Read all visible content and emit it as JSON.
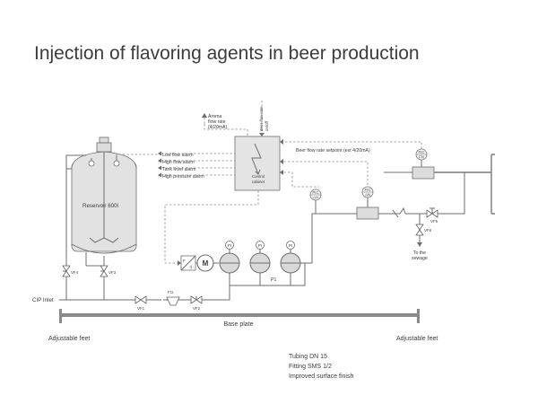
{
  "title": "Injection of flavoring agents in beer production",
  "reservoir_label": "Reservoir 600l",
  "aroma_label": [
    "Aroma",
    "flow rate",
    "(4/20mA)"
  ],
  "beer_flow_onoff_label": [
    "Beer flow rate",
    "on/off"
  ],
  "setpoint_label": "Beer flow rate setpoint (ext 4/20mA)",
  "alarms": [
    "Low flow alarm",
    "High flow alarm",
    "Tank level alarm",
    "High pressure alarm"
  ],
  "control_cabinet_label": [
    "Control",
    "cabinet"
  ],
  "instruments": {
    "fic_top": [
      "FIC",
      "FN"
    ],
    "pic": [
      "PIC",
      "AH"
    ],
    "fic_mid": [
      "FIC",
      "AN"
    ]
  },
  "motor_label": "M",
  "pump_tags": [
    "PI",
    "PI",
    "PI"
  ],
  "pump_group_label": "P1",
  "drive_labels": [
    "F",
    "Ⓢ"
  ],
  "filter_label": "FI1",
  "valves": [
    "VF4",
    "VF3",
    "VF1",
    "VF2",
    "VF6",
    "VF5"
  ],
  "cip_label": "CIP Inlet",
  "sewage_label": [
    "To the",
    "sewage"
  ],
  "base_plate_label": "Base plate",
  "feet_left_label": "Adjustable feet",
  "feet_right_label": "Adjustable feet",
  "notes": [
    "Tubing DN 15",
    "Fitting SMS 1/2",
    "Improved surface finish"
  ]
}
